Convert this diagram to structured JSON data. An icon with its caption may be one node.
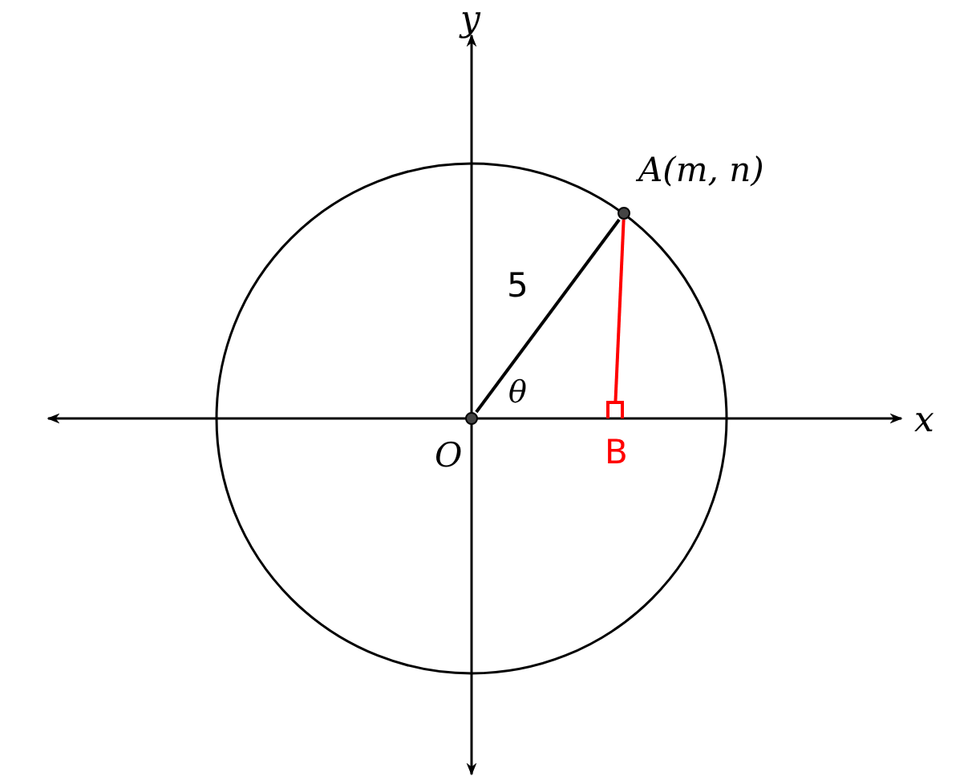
{
  "diagram": {
    "nodes": [
      {
        "text": [],
        "shape": "circle",
        "beside": [
          "O"
        ]
      },
      {
        "text": [],
        "shape": "circle",
        "beside": [
          "A(m, n)"
        ]
      },
      {
        "text": [],
        "shape": "box",
        "beside": [
          "B"
        ]
      }
    ],
    "edges": [
      {
        "from": 0,
        "to": 1,
        "arrow": "none",
        "label": "5"
      },
      {
        "from": 1,
        "to": 2,
        "arrow": "none",
        "color": "#ff0000"
      }
    ],
    "labels": [
      "y",
      "x",
      "θ"
    ]
  }
}
